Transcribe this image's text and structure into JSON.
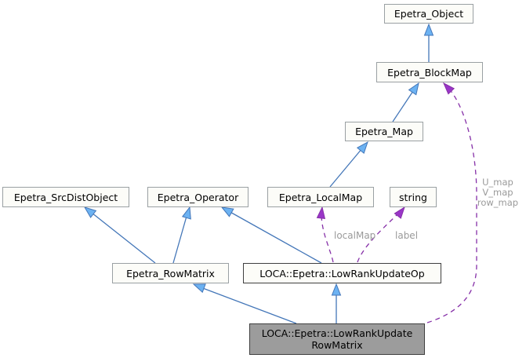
{
  "diagram": {
    "kind": "class collaboration graph",
    "nodes": {
      "epetra_object": {
        "label": "Epetra_Object"
      },
      "epetra_blockmap": {
        "label": "Epetra_BlockMap"
      },
      "epetra_map": {
        "label": "Epetra_Map"
      },
      "epetra_srcdistobject": {
        "label": "Epetra_SrcDistObject"
      },
      "epetra_operator": {
        "label": "Epetra_Operator"
      },
      "epetra_localmap": {
        "label": "Epetra_LocalMap"
      },
      "string": {
        "label": "string"
      },
      "epetra_rowmatrix": {
        "label": "Epetra_RowMatrix"
      },
      "lowrankupdateop": {
        "label": "LOCA::Epetra::LowRankUpdateOp"
      },
      "main": {
        "label_line1": "LOCA::Epetra::LowRankUpdate",
        "label_line2": "RowMatrix"
      }
    },
    "edge_labels": {
      "localmap": "localMap",
      "label": "label",
      "u_map": "U_map",
      "v_map": "V_map",
      "row_map": "row_map"
    },
    "edges": [
      {
        "from": "Epetra_BlockMap",
        "to": "Epetra_Object",
        "type": "inheritance"
      },
      {
        "from": "Epetra_Map",
        "to": "Epetra_BlockMap",
        "type": "inheritance"
      },
      {
        "from": "Epetra_LocalMap",
        "to": "Epetra_Map",
        "type": "inheritance"
      },
      {
        "from": "Epetra_RowMatrix",
        "to": "Epetra_SrcDistObject",
        "type": "inheritance"
      },
      {
        "from": "Epetra_RowMatrix",
        "to": "Epetra_Operator",
        "type": "inheritance"
      },
      {
        "from": "LOCA::Epetra::LowRankUpdateOp",
        "to": "Epetra_Operator",
        "type": "inheritance"
      },
      {
        "from": "LOCA::Epetra::LowRankUpdateRowMatrix",
        "to": "Epetra_RowMatrix",
        "type": "inheritance"
      },
      {
        "from": "LOCA::Epetra::LowRankUpdateRowMatrix",
        "to": "LOCA::Epetra::LowRankUpdateOp",
        "type": "inheritance"
      },
      {
        "from": "LOCA::Epetra::LowRankUpdateOp",
        "to": "Epetra_LocalMap",
        "type": "usage",
        "label": "localMap"
      },
      {
        "from": "LOCA::Epetra::LowRankUpdateOp",
        "to": "string",
        "type": "usage",
        "label": "label"
      },
      {
        "from": "LOCA::Epetra::LowRankUpdateRowMatrix",
        "to": "Epetra_BlockMap",
        "type": "usage",
        "label": "U_map V_map row_map"
      }
    ],
    "colors": {
      "background": "#ffffff",
      "node_fill": "#fcfcf8",
      "node_border": "#9aa0a3",
      "op_node_border": "#3f3f3f",
      "main_node_fill": "#9c9c9c",
      "main_node_border": "#404040",
      "text": "#000000",
      "edge_label_text": "#9a9a9a",
      "inheritance_line": "#4376b8",
      "inheritance_head": "#6cb2f2",
      "usage_line": "#8630a8",
      "usage_head": "#9a36c8"
    }
  }
}
